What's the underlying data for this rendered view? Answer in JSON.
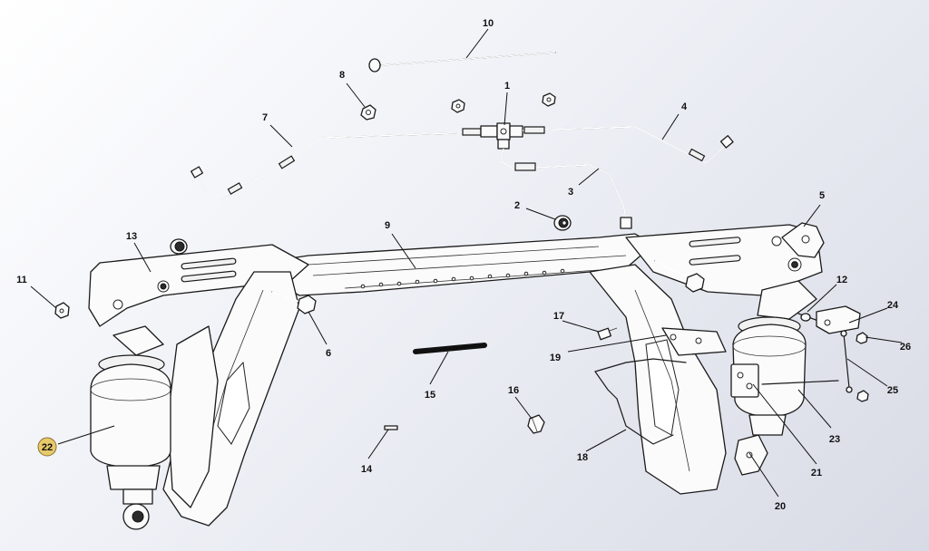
{
  "callouts": [
    {
      "label": "1"
    },
    {
      "label": "2"
    },
    {
      "label": "3"
    },
    {
      "label": "4"
    },
    {
      "label": "5"
    },
    {
      "label": "6"
    },
    {
      "label": "7"
    },
    {
      "label": "8"
    },
    {
      "label": "9"
    },
    {
      "label": "10"
    },
    {
      "label": "11"
    },
    {
      "label": "12"
    },
    {
      "label": "13"
    },
    {
      "label": "14"
    },
    {
      "label": "15"
    },
    {
      "label": "16"
    },
    {
      "label": "17"
    },
    {
      "label": "18"
    },
    {
      "label": "19"
    },
    {
      "label": "20"
    },
    {
      "label": "21"
    },
    {
      "label": "22",
      "highlighted": true
    },
    {
      "label": "23"
    },
    {
      "label": "24"
    },
    {
      "label": "25"
    },
    {
      "label": "26"
    }
  ],
  "colors": {
    "highlight": "#e8c96a",
    "background": "#eef0f6",
    "line": "#1a1a1a"
  }
}
